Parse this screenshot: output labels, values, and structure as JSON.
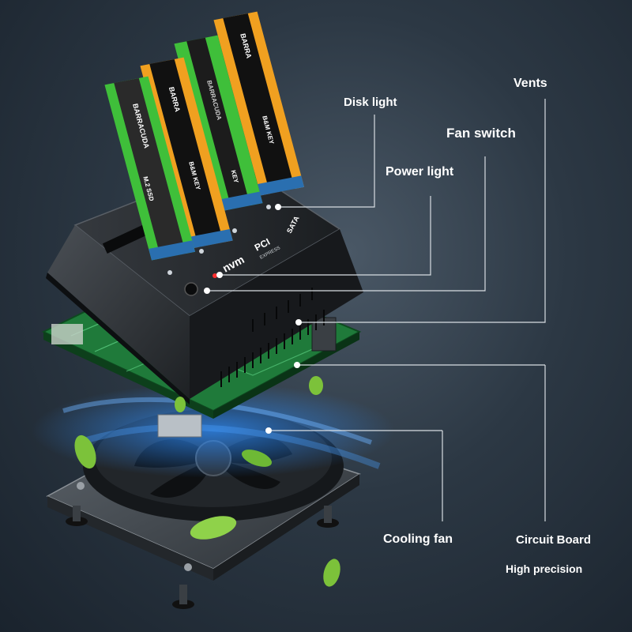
{
  "callouts": {
    "vents": "Vents",
    "disk_light": "Disk light",
    "fan_switch": "Fan switch",
    "power_light": "Power light",
    "cooling_fan": "Cooling fan",
    "circuit_board": "Circuit Board",
    "high_precision": "High precision"
  },
  "ssd_labels": {
    "brand_1": "BARRACUDA",
    "model_1": "M.2 SSD",
    "brand_2": "BARRA",
    "key_1": "B&M KEY",
    "key_2": "KEY",
    "brand_3": "BARRACUDA",
    "brand_4": "BARRA",
    "key_3": "B&M KEY"
  },
  "dock_marks": {
    "nvme": "nvm",
    "pcie": "PCI",
    "express": "EXPRESS",
    "sata": "SATA"
  },
  "colors": {
    "background": "#2c3844",
    "dock_body": "#2a2d31",
    "pcb_green": "#1f7a3a",
    "ssd_green": "#3fbf3a",
    "ssd_orange": "#f0a020",
    "airflow_blue": "#2f8fff",
    "callout_line": "#d8dde2"
  }
}
